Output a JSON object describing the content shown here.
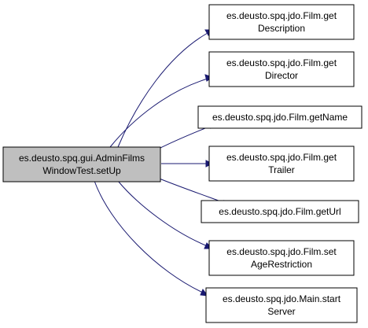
{
  "root": {
    "lines": [
      "es.deusto.spq.gui.AdminFilms",
      "WindowTest.setUp"
    ]
  },
  "targets": [
    {
      "lines": [
        "es.deusto.spq.jdo.Film.get",
        "Description"
      ]
    },
    {
      "lines": [
        "es.deusto.spq.jdo.Film.get",
        "Director"
      ]
    },
    {
      "lines": [
        "es.deusto.spq.jdo.Film.getName"
      ]
    },
    {
      "lines": [
        "es.deusto.spq.jdo.Film.get",
        "Trailer"
      ]
    },
    {
      "lines": [
        "es.deusto.spq.jdo.Film.getUrl"
      ]
    },
    {
      "lines": [
        "es.deusto.spq.jdo.Film.set",
        "AgeRestriction"
      ]
    },
    {
      "lines": [
        "es.deusto.spq.jdo.Main.start",
        "Server"
      ]
    }
  ],
  "colors": {
    "edge": "#191970",
    "root_fill": "#bfbfbf",
    "node_fill": "#ffffff",
    "border": "#000000"
  }
}
